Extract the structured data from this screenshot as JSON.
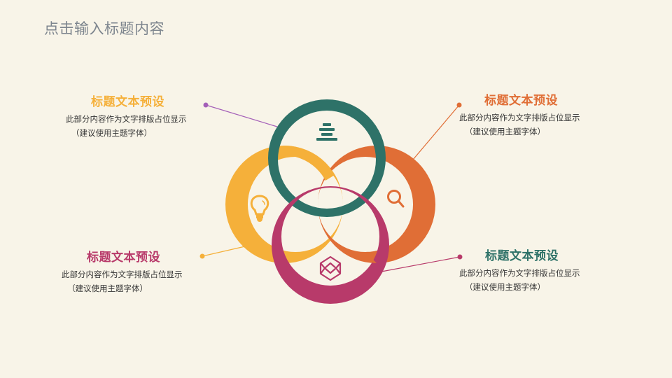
{
  "slide": {
    "title": "点击输入标题内容"
  },
  "colors": {
    "background": "#f8f4e8",
    "teal": "#2e7268",
    "yellow": "#f5b03a",
    "orange": "#e06e36",
    "magenta": "#b83a6a",
    "purple_connector": "#a45fb8",
    "title_gray": "#7d858e"
  },
  "blocks": [
    {
      "position": "top-left",
      "heading": "标题文本预设",
      "color": "#f5b03a",
      "line1": "此部分内容作为文字排版占位显示",
      "line2": "（建议使用主题字体）"
    },
    {
      "position": "top-right",
      "heading": "标题文本预设",
      "color": "#e06e36",
      "line1": "此部分内容作为文字排版占位显示",
      "line2": "（建议使用主题字体）"
    },
    {
      "position": "bottom-left",
      "heading": "标题文本预设",
      "color": "#b83a6a",
      "line1": "此部分内容作为文字排版占位显示",
      "line2": "（建议使用主题字体）"
    },
    {
      "position": "bottom-right",
      "heading": "标题文本预设",
      "color": "#2e7268",
      "line1": "此部分内容作为文字排版占位显示",
      "line2": "（建议使用主题字体）"
    }
  ],
  "rings": [
    {
      "name": "top",
      "color": "#2e7268",
      "icon": "stack-icon"
    },
    {
      "name": "left",
      "color": "#f5b03a",
      "icon": "lightbulb-icon"
    },
    {
      "name": "right",
      "color": "#e06e36",
      "icon": "search-icon"
    },
    {
      "name": "bottom",
      "color": "#b83a6a",
      "icon": "cube-icon"
    }
  ]
}
